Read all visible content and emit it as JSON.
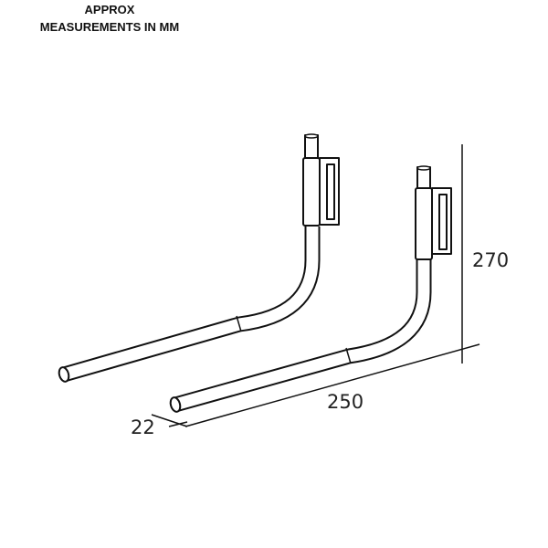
{
  "title": {
    "line1": "APPROX",
    "line2": "MEASUREMENTS IN MM"
  },
  "dimensions": {
    "height": "270",
    "length": "250",
    "diameter": "22"
  }
}
